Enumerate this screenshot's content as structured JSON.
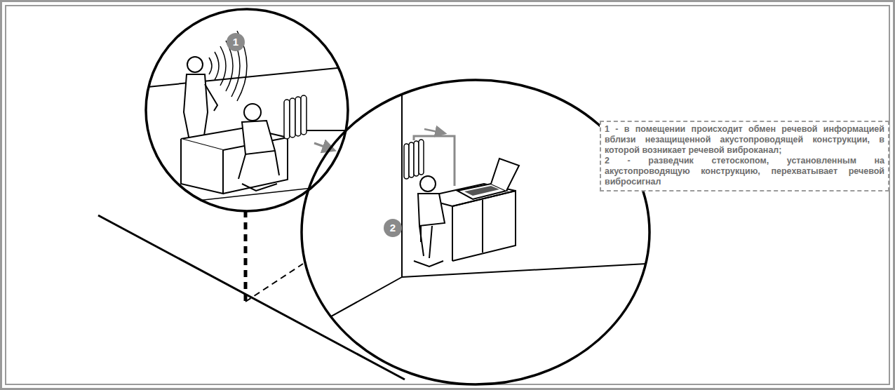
{
  "diagram": {
    "nodes": [
      {
        "text": [
          "1 - в помещении происходит обмен речевой информацией вблизи незащищенной акустопроводящей конструкции, в которой возникает речевой виброканал;",
          "2 - разведчик стетоскопом, установленным на акустопроводящую конструкцию, перехватывает речевой вибросигнал"
        ]
      }
    ],
    "labels": [
      "1",
      "2"
    ]
  }
}
